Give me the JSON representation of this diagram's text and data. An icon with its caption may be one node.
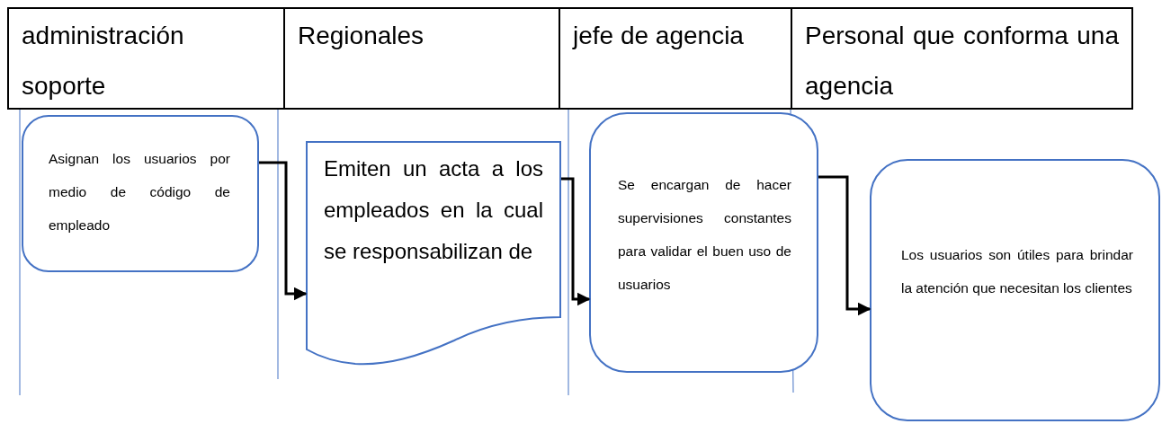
{
  "diagram": {
    "nodes": [
      {
        "text": [
          "Asignan los usuarios por medio de código de empleado"
        ]
      },
      {
        "text": [
          "Emiten un acta a los empleados en la cual se responsabilizan de"
        ]
      },
      {
        "text": [
          "Se encargan de hacer supervisiones constantes para validar el buen uso de usuarios"
        ]
      },
      {
        "text": [
          "Los usuarios son útiles para brindar la atención que necesitan los clientes"
        ]
      }
    ],
    "edges": [
      {
        "from": 0,
        "to": 1,
        "arrow": "to"
      },
      {
        "from": 1,
        "to": 2,
        "arrow": "to"
      },
      {
        "from": 2,
        "to": 3,
        "arrow": "to"
      }
    ],
    "labels": [
      "administración soporte",
      "Regionales",
      "jefe de agencia",
      "Personal que conforma una agencia"
    ]
  }
}
